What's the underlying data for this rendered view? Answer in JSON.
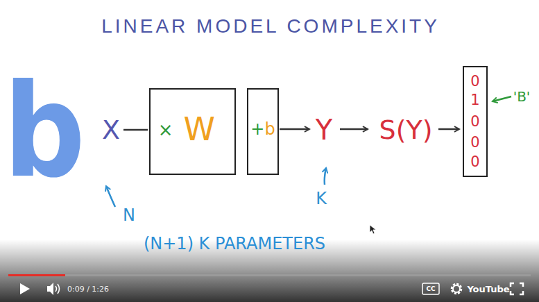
{
  "diagram": {
    "title": "LINEAR MODEL COMPLEXITY",
    "nodes": [
      {
        "text": [
          "×",
          "W"
        ]
      },
      {
        "text": [
          "+b"
        ]
      },
      {
        "text": [
          "0",
          "1",
          "0",
          "0",
          "0"
        ]
      }
    ],
    "labels": [
      "b",
      "X",
      "N",
      "Y",
      "K",
      "S(Y)",
      "'B'",
      "(N+1) K PARAMETERS",
      "0:09 / 1:26",
      "CC",
      "YouTube"
    ]
  }
}
